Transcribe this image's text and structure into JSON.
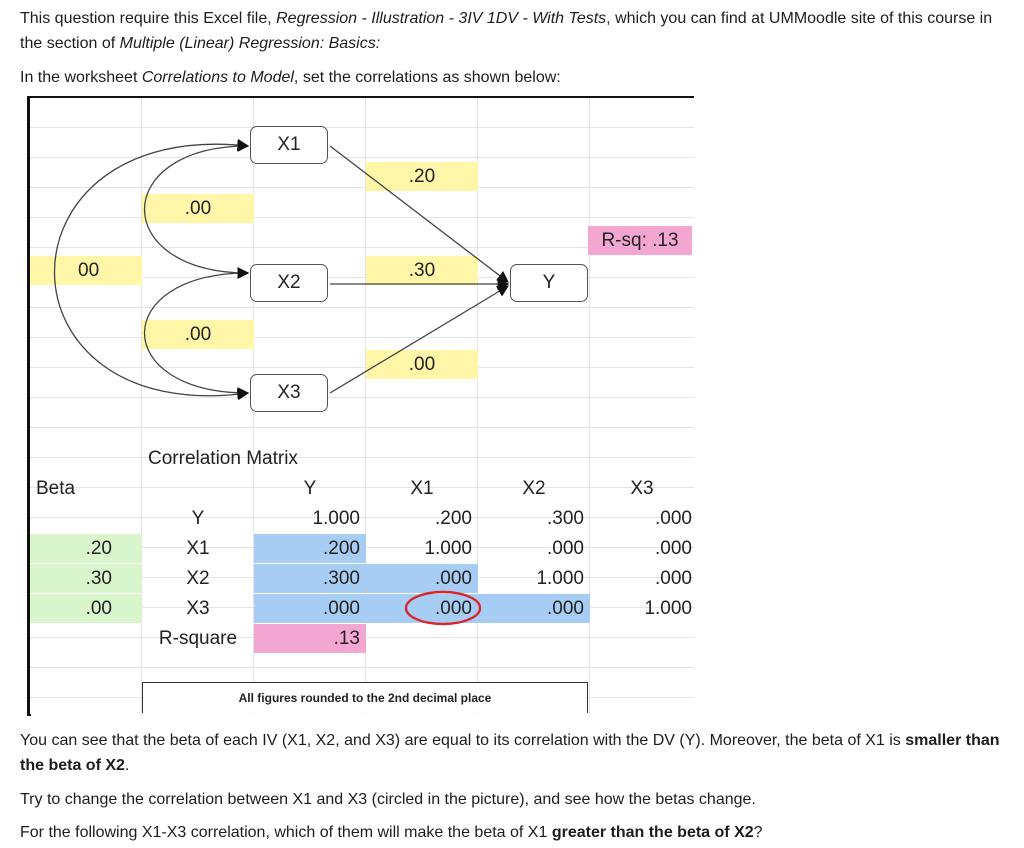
{
  "intro": {
    "line1_pre": "This question require this Excel file, ",
    "file_name": "Regression - Illustration - 3IV 1DV - With Tests",
    "line1_mid": ", which you can find at UMMoodle site of this course in the section of ",
    "section_name": "Multiple (Linear) Regression: Basics:",
    "line2_pre": "In the worksheet ",
    "worksheet_name": "Correlations to Model",
    "line2_post": ", set the correlations as shown below:"
  },
  "diagram": {
    "nodes": {
      "x1": "X1",
      "x2": "X2",
      "x3": "X3",
      "y": "Y"
    },
    "corr_x1_x2": ".00",
    "corr_x1_x3": "00",
    "corr_x2_x3": ".00",
    "beta_x1": ".20",
    "beta_x2": ".30",
    "beta_x3": ".00",
    "r_sq": "R-sq: .13"
  },
  "matrix": {
    "title": "Correlation Matrix",
    "beta_header": "Beta",
    "col_headers": [
      "Y",
      "X1",
      "X2",
      "X3"
    ],
    "rows": [
      {
        "label": "Y",
        "beta": "",
        "values": [
          "1.000",
          ".200",
          ".300",
          ".000"
        ]
      },
      {
        "label": "X1",
        "beta": ".20",
        "values": [
          ".200",
          "1.000",
          ".000",
          ".000"
        ]
      },
      {
        "label": "X2",
        "beta": ".30",
        "values": [
          ".300",
          ".000",
          "1.000",
          ".000"
        ]
      },
      {
        "label": "X3",
        "beta": ".00",
        "values": [
          ".000",
          ".000",
          ".000",
          "1.000"
        ]
      }
    ],
    "r_square_label": "R-square",
    "r_square_value": ".13",
    "note": "All figures rounded to the 2nd decimal place"
  },
  "outro": {
    "p1_pre": "You can see that the beta of each IV (X1, X2, and X3) are equal to its correlation with the DV (Y). Moreover, the beta of X1 is ",
    "p1_bold": "smaller than the beta of X2",
    "p1_post": ".",
    "p2": "Try to change the correlation between X1 and X3 (circled in the picture), and see how the betas change.",
    "p3_pre": "For the following X1-X3 correlation, which of them will make the beta of X1 ",
    "p3_bold": "greater than the beta of X2",
    "p3_post": "?"
  },
  "colors": {
    "yellow": "#fff6a8",
    "blue": "#a8cdf5",
    "pink": "#f4a6d2",
    "green": "#d8f5cc",
    "circle": "#d9262a"
  }
}
